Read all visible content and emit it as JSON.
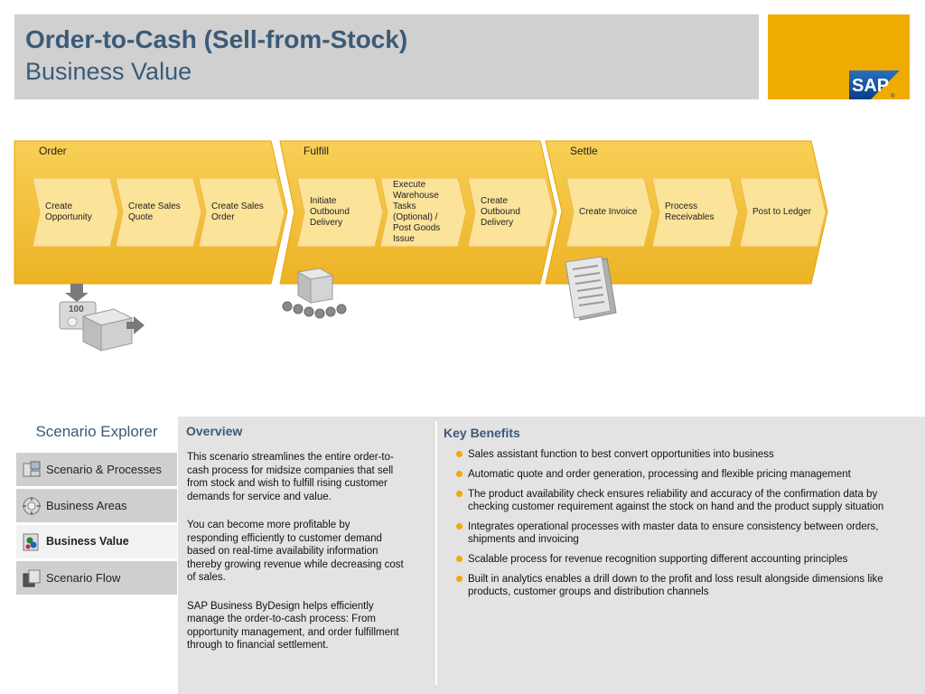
{
  "header": {
    "title": "Order-to-Cash (Sell-from-Stock)",
    "subtitle": "Business Value",
    "logo_text": "SAP"
  },
  "colors": {
    "accent": "#f0ab00",
    "title_blue": "#3b5a78",
    "header_gray": "#d0d0d0",
    "panel_gray": "#e3e3e3"
  },
  "process": {
    "phases": [
      {
        "label": "Order",
        "steps": [
          "Create Opportunity",
          "Create Sales Quote",
          "Create Sales Order"
        ]
      },
      {
        "label": "Fulfill",
        "steps": [
          "Initiate Outbound Delivery",
          "Execute Warehouse Tasks (Optional) / Post Goods Issue",
          "Create Outbound Delivery"
        ]
      },
      {
        "label": "Settle",
        "steps": [
          "Create Invoice",
          "Process Receivables",
          "Post to Ledger"
        ]
      }
    ],
    "icons": [
      "stock-boxes-icon",
      "warehouse-conveyor-icon",
      "invoice-document-icon"
    ],
    "badge_text": "100"
  },
  "explorer": {
    "title": "Scenario Explorer",
    "items": [
      {
        "label": "Scenario & Processes",
        "icon": "scenario-processes-icon"
      },
      {
        "label": "Business Areas",
        "icon": "business-areas-icon"
      },
      {
        "label": "Business Value",
        "icon": "business-value-icon",
        "active": true
      },
      {
        "label": "Scenario Flow",
        "icon": "scenario-flow-icon"
      }
    ]
  },
  "overview": {
    "title": "Overview",
    "paragraphs": [
      "This scenario streamlines the entire order-to-cash process for midsize companies that sell from stock and wish to fulfill rising customer demands for service and value.",
      "You can become more profitable by responding efficiently to customer demand based on real-time availability information thereby growing revenue while decreasing cost of sales.",
      "SAP Business ByDesign helps efficiently manage the order-to-cash process: From opportunity management, and order fulfillment through to financial settlement."
    ]
  },
  "benefits": {
    "title": "Key Benefits",
    "items": [
      "Sales assistant function to best convert opportunities into business",
      "Automatic quote and order generation, processing and flexible pricing management",
      "The product availability check ensures reliability and accuracy of the confirmation data by checking customer requirement against the stock on hand and the product supply situation",
      "Integrates operational processes with master data to ensure consistency between orders, shipments and invoicing",
      "Scalable process for revenue recognition supporting different accounting principles",
      "Built in analytics enables a drill down to the profit and loss result alongside dimensions like products, customer groups and distribution channels"
    ]
  }
}
